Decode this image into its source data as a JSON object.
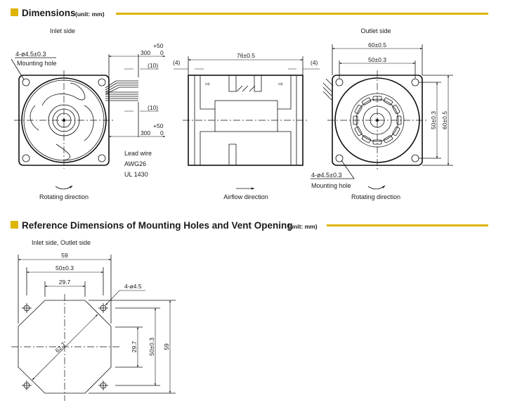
{
  "accent_color": "#DDB400",
  "dimensions": {
    "title": "Dimensions",
    "unit": "(unit: mm)",
    "inlet": {
      "label": "Inlet side",
      "hole_spec": "4-ø4.5±0.3",
      "hole_label": "Mounting hole",
      "lead_top_tol": "+50",
      "lead_top_len": "300",
      "lead_top_tol_low": "0",
      "lead_top_10": "(10)",
      "lead_bot_10": "(10)",
      "lead_bot_tol": "+50",
      "lead_bot_len": "300",
      "lead_bot_tol_low": "0",
      "lead_wire": [
        "Lead wire",
        "AWG26",
        "UL 1430"
      ],
      "rotation_label": "Rotating direction"
    },
    "side": {
      "length": "76±0.5",
      "left_gap": "(4)",
      "right_gap": "(4)",
      "airflow_label": "Airflow direction"
    },
    "outlet": {
      "label": "Outlet side",
      "outer_width": "60±0.5",
      "hole_pitch": "50±0.3",
      "hole_pitch_v": "50±0.3",
      "outer_height": "60±0.5",
      "hole_spec": "4-ø4.5±0.3",
      "hole_label": "Mounting hole",
      "rotation_label": "Rotating direction"
    }
  },
  "reference": {
    "title": "Reference Dimensions of Mounting Holes and Vent Opening",
    "unit": "(unit: mm)",
    "subtitle": "Inlet side, Outlet side",
    "width": "59",
    "hole_pitch": "50±0.3",
    "flat": "29.7",
    "hole_spec": "4-ø4.5",
    "diag": "62.7",
    "flat_v": "29.7",
    "hole_pitch_v": "50±0.3",
    "height": "59"
  }
}
